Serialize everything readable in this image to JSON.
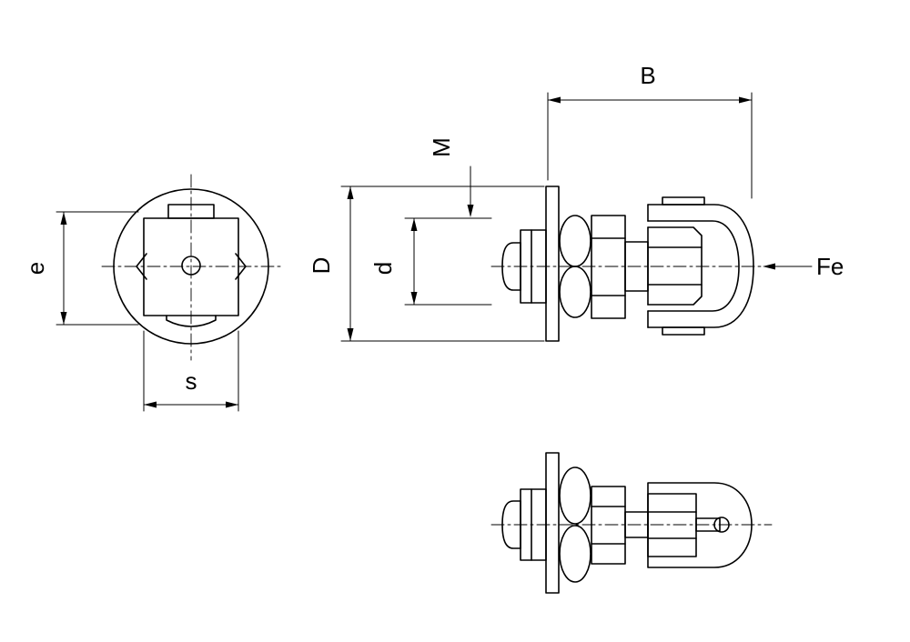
{
  "colors": {
    "line": "#000000",
    "background": "#ffffff"
  },
  "labels": {
    "B": "B",
    "M": "M",
    "D": "D",
    "d": "d",
    "e": "e",
    "s": "s",
    "Fe": "Fe"
  }
}
